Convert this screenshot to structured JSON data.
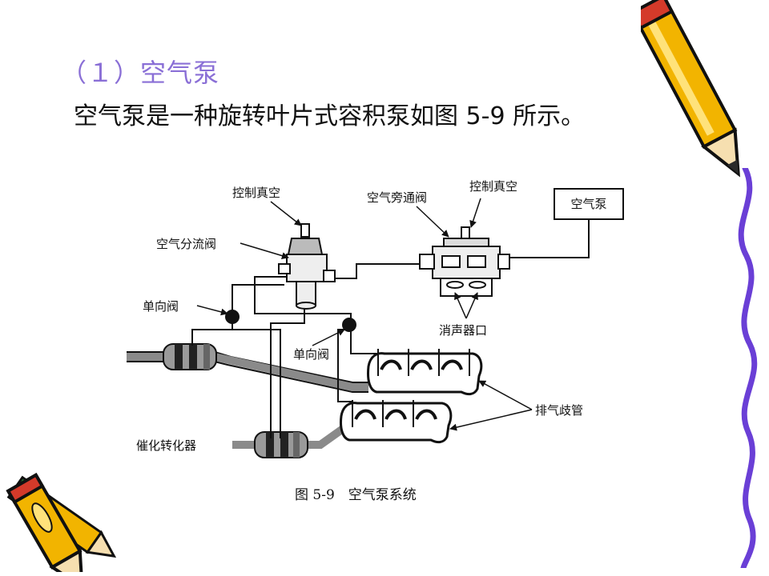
{
  "slide": {
    "heading": "（１）空气泵",
    "intro": "空气泵是一种旋转叶片式容积泵如图 5-9 所示。"
  },
  "diagram": {
    "labels": {
      "control_vacuum_left": "控制真空",
      "air_diverter_valve": "空气分流阀",
      "check_valve_left": "单向阀",
      "air_bypass_valve": "空气旁通阀",
      "control_vacuum_right": "控制真空",
      "air_pump": "空气泵",
      "muffler_port": "消声器口",
      "check_valve_center": "单向阀",
      "exhaust_manifold": "排气歧管",
      "catalytic_converter": "催化转化器"
    },
    "caption": "图 5-9　空气泵系统"
  },
  "colors": {
    "heading": "#8a6fd6",
    "pencil_body": "#f2b400",
    "pencil_outline": "#111111",
    "squiggle": "#6a3fd6",
    "pipe": "#7a7a7a"
  }
}
